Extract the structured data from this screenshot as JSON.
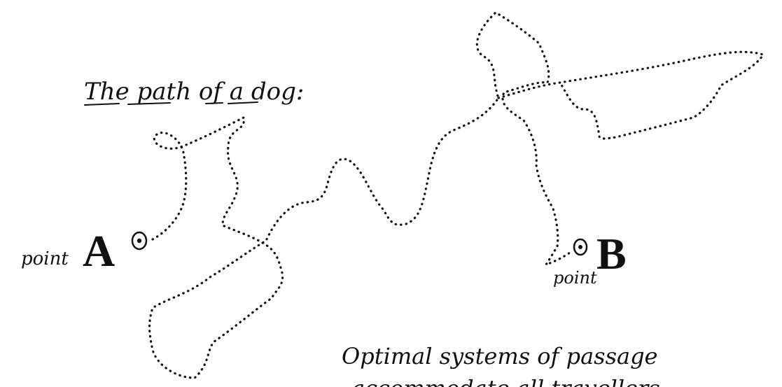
{
  "title": "The path of a dog:",
  "point_a": {
    "prefix": "point",
    "letter": "A"
  },
  "point_b": {
    "prefix": "point",
    "letter": "B"
  },
  "caption": {
    "line1": "Optimal systems of passage",
    "line2": "accommodate all travellers"
  },
  "colors": {
    "ink": "#111111",
    "paper": "#ffffff"
  }
}
